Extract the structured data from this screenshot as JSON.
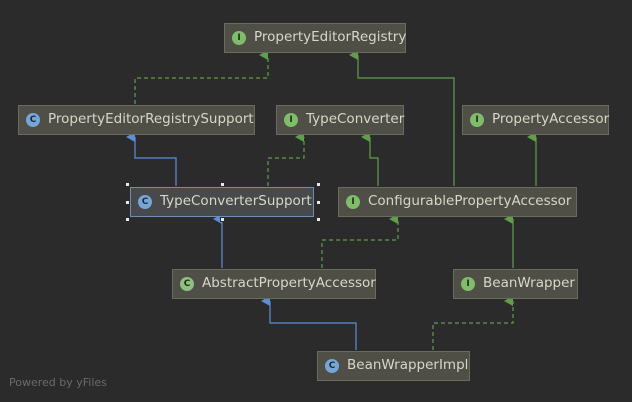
{
  "nodes": {
    "property_editor_registry": {
      "kind": "interface",
      "icon": "I",
      "label": "PropertyEditorRegistry"
    },
    "property_editor_registry_support": {
      "kind": "class",
      "icon": "C",
      "label": "PropertyEditorRegistrySupport"
    },
    "type_converter": {
      "kind": "interface",
      "icon": "I",
      "label": "TypeConverter"
    },
    "property_accessor": {
      "kind": "interface",
      "icon": "I",
      "label": "PropertyAccessor"
    },
    "type_converter_support": {
      "kind": "class",
      "icon": "C",
      "label": "TypeConverterSupport"
    },
    "configurable_property_accessor": {
      "kind": "interface",
      "icon": "I",
      "label": "ConfigurablePropertyAccessor"
    },
    "abstract_property_accessor": {
      "kind": "abstract-class",
      "icon": "C",
      "label": "AbstractPropertyAccessor"
    },
    "bean_wrapper": {
      "kind": "interface",
      "icon": "I",
      "label": "BeanWrapper"
    },
    "bean_wrapper_impl": {
      "kind": "class",
      "icon": "C",
      "label": "BeanWrapperImpl"
    }
  },
  "edges": [
    {
      "from": "PropertyEditorRegistrySupport",
      "to": "PropertyEditorRegistry",
      "type": "implements"
    },
    {
      "from": "ConfigurablePropertyAccessor",
      "to": "PropertyEditorRegistry",
      "type": "extends-interface"
    },
    {
      "from": "TypeConverterSupport",
      "to": "PropertyEditorRegistrySupport",
      "type": "extends"
    },
    {
      "from": "TypeConverterSupport",
      "to": "TypeConverter",
      "type": "implements"
    },
    {
      "from": "ConfigurablePropertyAccessor",
      "to": "TypeConverter",
      "type": "extends-interface"
    },
    {
      "from": "ConfigurablePropertyAccessor",
      "to": "PropertyAccessor",
      "type": "extends-interface"
    },
    {
      "from": "AbstractPropertyAccessor",
      "to": "TypeConverterSupport",
      "type": "extends"
    },
    {
      "from": "AbstractPropertyAccessor",
      "to": "ConfigurablePropertyAccessor",
      "type": "implements"
    },
    {
      "from": "BeanWrapper",
      "to": "ConfigurablePropertyAccessor",
      "type": "extends-interface"
    },
    {
      "from": "BeanWrapperImpl",
      "to": "AbstractPropertyAccessor",
      "type": "extends"
    },
    {
      "from": "BeanWrapperImpl",
      "to": "BeanWrapper",
      "type": "implements"
    }
  ],
  "colors": {
    "background": "#2b2b2b",
    "extends_interface": "#5f9e4a",
    "implements": "#5f9e4a",
    "extends_class": "#5b8fd6",
    "selection": "#6c8fb7"
  },
  "footer": "Powered by yFiles"
}
